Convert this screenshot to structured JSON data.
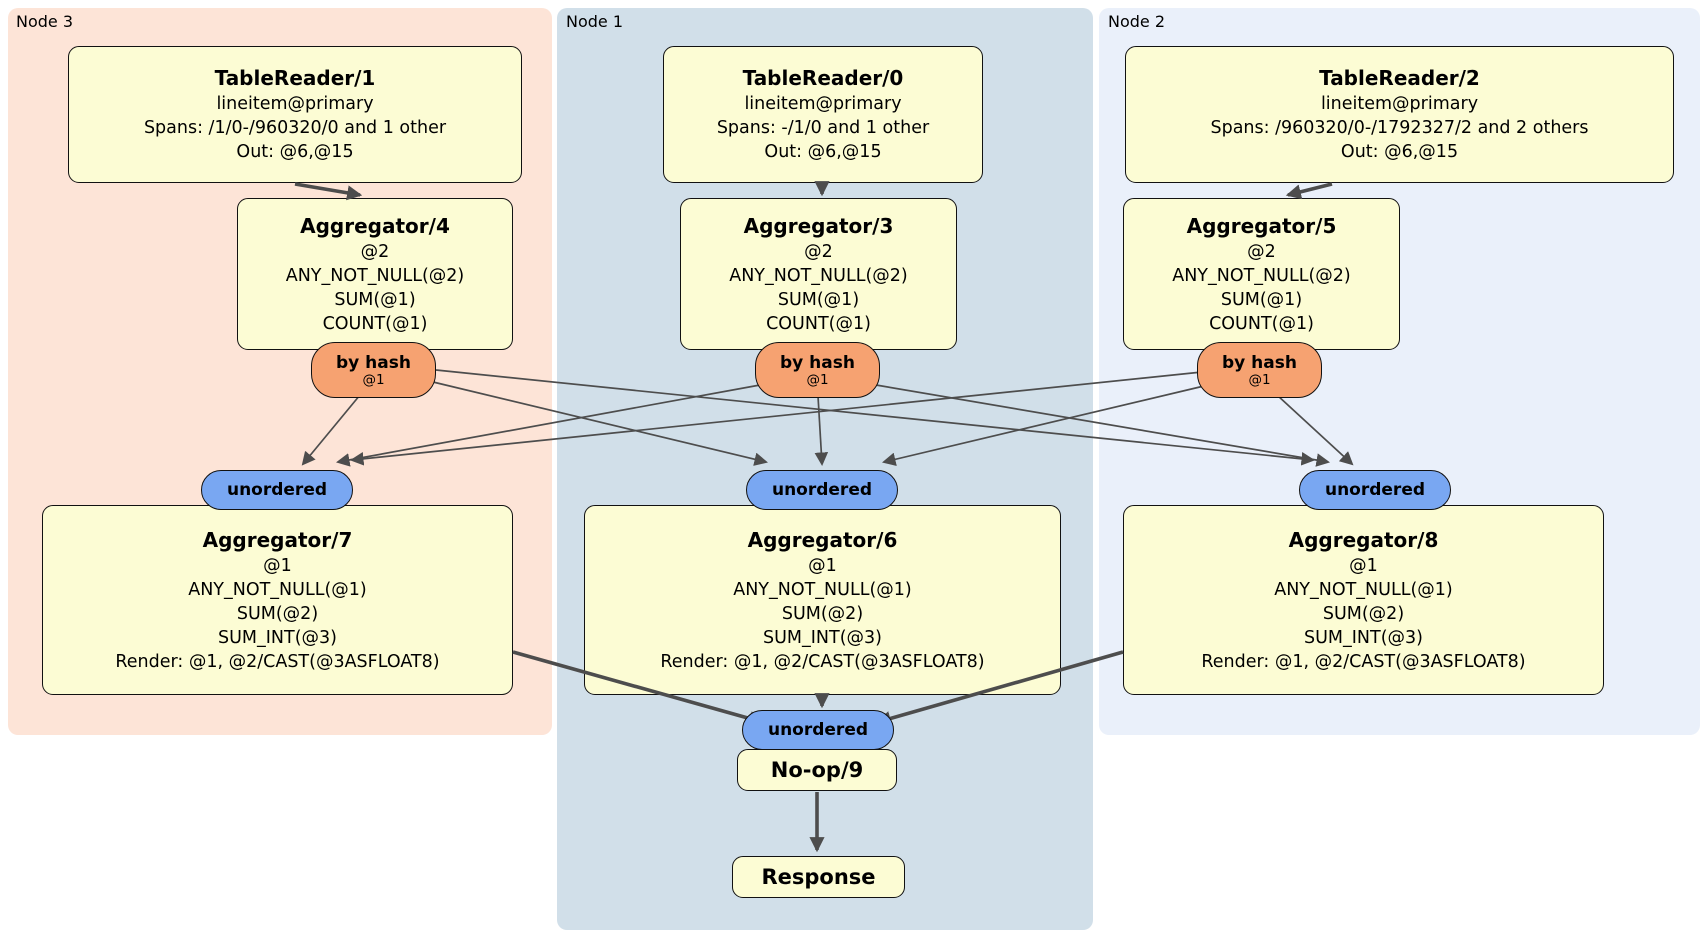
{
  "diagram": {
    "kind": "distributed-sql-plan",
    "panels": {
      "node3": {
        "label": "Node 3"
      },
      "node1": {
        "label": "Node 1"
      },
      "node2": {
        "label": "Node 2"
      }
    },
    "nodes": {
      "tablereader1": {
        "title": "TableReader/1",
        "lines": [
          "lineitem@primary",
          "Spans: /1/0-/960320/0 and 1 other",
          "Out: @6,@15"
        ]
      },
      "tablereader0": {
        "title": "TableReader/0",
        "lines": [
          "lineitem@primary",
          "Spans: -/1/0 and 1 other",
          "Out: @6,@15"
        ]
      },
      "tablereader2": {
        "title": "TableReader/2",
        "lines": [
          "lineitem@primary",
          "Spans: /960320/0-/1792327/2 and 2 others",
          "Out: @6,@15"
        ]
      },
      "aggregator4": {
        "title": "Aggregator/4",
        "lines": [
          "@2",
          "ANY_NOT_NULL(@2)",
          "SUM(@1)",
          "COUNT(@1)"
        ]
      },
      "aggregator3": {
        "title": "Aggregator/3",
        "lines": [
          "@2",
          "ANY_NOT_NULL(@2)",
          "SUM(@1)",
          "COUNT(@1)"
        ]
      },
      "aggregator5": {
        "title": "Aggregator/5",
        "lines": [
          "@2",
          "ANY_NOT_NULL(@2)",
          "SUM(@1)",
          "COUNT(@1)"
        ]
      },
      "aggregator7": {
        "title": "Aggregator/7",
        "lines": [
          "@1",
          "ANY_NOT_NULL(@1)",
          "SUM(@2)",
          "SUM_INT(@3)",
          "Render: @1, @2/CAST(@3ASFLOAT8)"
        ]
      },
      "aggregator6": {
        "title": "Aggregator/6",
        "lines": [
          "@1",
          "ANY_NOT_NULL(@1)",
          "SUM(@2)",
          "SUM_INT(@3)",
          "Render: @1, @2/CAST(@3ASFLOAT8)"
        ]
      },
      "aggregator8": {
        "title": "Aggregator/8",
        "lines": [
          "@1",
          "ANY_NOT_NULL(@1)",
          "SUM(@2)",
          "SUM_INT(@3)",
          "Render: @1, @2/CAST(@3ASFLOAT8)"
        ]
      },
      "noop": {
        "title": "No-op/9"
      },
      "response": {
        "title": "Response"
      }
    },
    "routers": {
      "by_hash": {
        "label": "by hash",
        "detail": "@1"
      },
      "unordered": {
        "label": "unordered"
      }
    },
    "colors": {
      "panel_node3": "#fde4d7",
      "panel_node1": "#d1dfe9",
      "panel_node2": "#eaf0fa",
      "node_fill": "#fcfcd4",
      "router_hash_fill": "#f6a271",
      "router_unordered_fill": "#79a7f2",
      "edge": "#4d4d4d"
    }
  }
}
